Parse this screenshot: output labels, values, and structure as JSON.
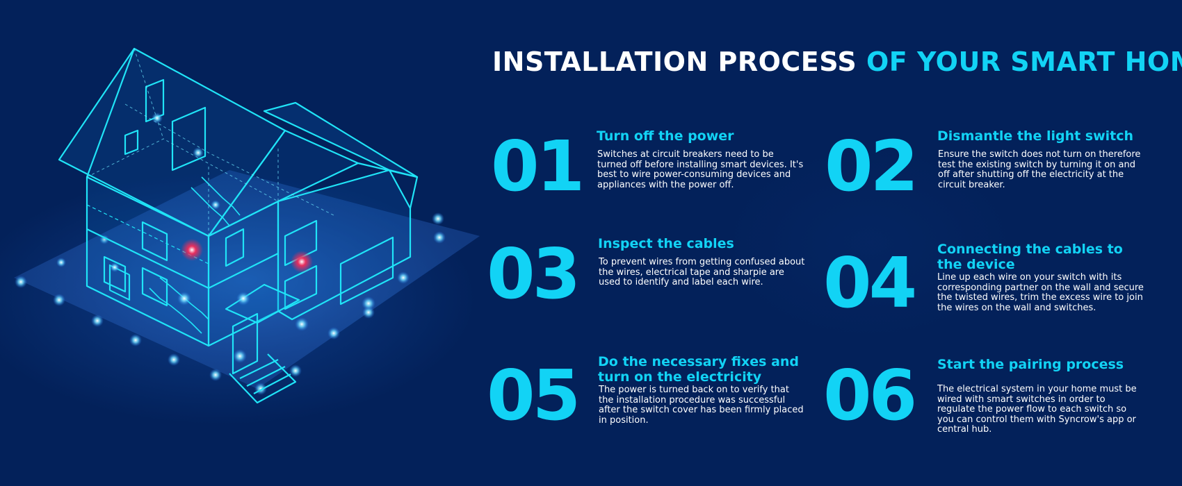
{
  "title": {
    "part1": "INSTALLATION PROCESS",
    "part2": "OF YOUR SMART HOME"
  },
  "colors": {
    "background": "#03215a",
    "accent": "#12d3f5",
    "text": "#ffffff",
    "alert": "#ff2a55"
  },
  "illustration": {
    "icon": "smart-home-house-icon"
  },
  "steps": [
    {
      "number": "01",
      "title": "Turn off the power",
      "description": "Switches at circuit breakers need to be turned off before installing smart devices. It's best to wire power-consuming devices and appliances with the power off."
    },
    {
      "number": "02",
      "title": "Dismantle the light switch",
      "description": "Ensure the switch does not turn on therefore test the existing switch by turning it on and off after shutting off the electricity at the circuit breaker."
    },
    {
      "number": "03",
      "title": "Inspect the cables",
      "description": "To prevent wires from getting confused about the wires, electrical tape and sharpie are used to identify and label each wire."
    },
    {
      "number": "04",
      "title": "Connecting the cables to the device",
      "description": "Line up each wire on your switch with its corresponding partner on the wall and secure the twisted wires, trim the excess wire to join the wires on the wall and switches."
    },
    {
      "number": "05",
      "title": "Do the necessary fixes and turn on the electricity",
      "description": "The power is turned back on to verify that the installation procedure was successful after the switch cover has been firmly placed in position."
    },
    {
      "number": "06",
      "title": "Start the pairing process",
      "description": "The electrical system in your home must be wired with smart switches in order to regulate the power flow to each switch so you can control them with Syncrow's app or central hub."
    }
  ]
}
